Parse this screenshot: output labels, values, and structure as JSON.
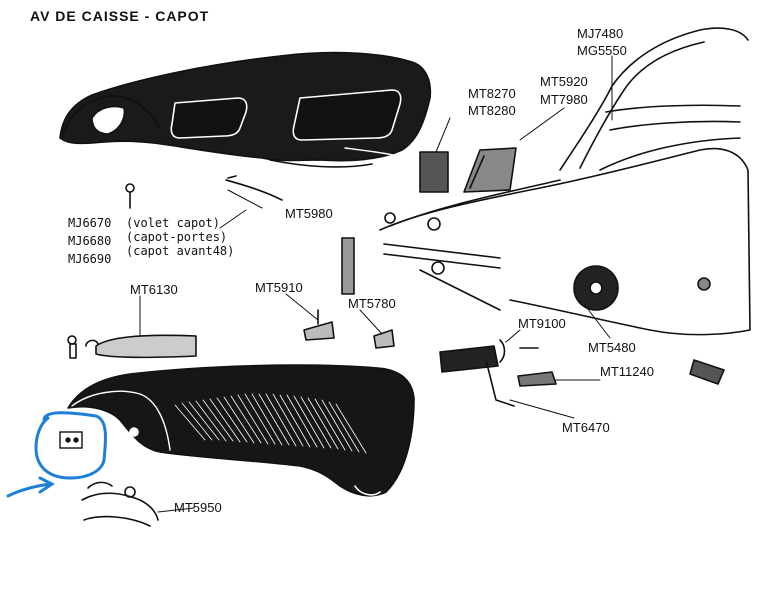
{
  "title": "AV DE CAISSE - CAPOT",
  "parts": {
    "mj7480": "MJ7480",
    "mg5550": "MG5550",
    "mt5920": "MT5920",
    "mt7980": "MT7980",
    "mt8270": "MT8270",
    "mt8280": "MT8280",
    "mt5980": "MT5980",
    "mj6670": "MJ6670",
    "mj6680": "MJ6680",
    "mj6690": "MJ6690",
    "mj6670_note": "(volet capot)",
    "mj6680_note": "(capot-portes)",
    "mj6690_note": "(capot avant48)",
    "mt6130": "MT6130",
    "mt5910": "MT5910",
    "mt5780": "MT5780",
    "mt9100": "MT9100",
    "mt5480": "MT5480",
    "mt11240": "MT11240",
    "mt6470": "MT6470",
    "mt5950": "MT5950"
  },
  "colors": {
    "ink": "#111111",
    "highlight": "#1e7fd8",
    "paper": "#ffffff"
  }
}
